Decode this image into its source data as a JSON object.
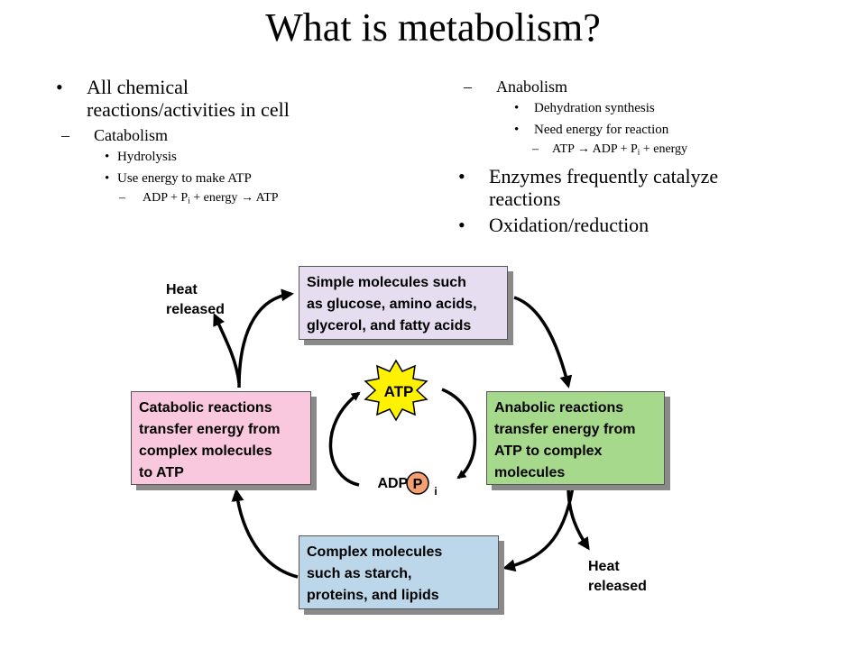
{
  "title": "What is metabolism?",
  "left_list": {
    "item1": {
      "line1": "All chemical",
      "line2": "reactions/activities in cell"
    },
    "catabolism": "Catabolism",
    "hydrolysis": "Hydrolysis",
    "use_energy": "Use energy to make ATP",
    "cat_eq": {
      "a": "ADP + P",
      "sub": "i",
      "b": " + energy ",
      "arrow": "→",
      "c": " ATP"
    }
  },
  "right_list": {
    "anabolism": "Anabolism",
    "dehydration": "Dehydration synthesis",
    "need_energy": "Need energy for reaction",
    "ana_eq": {
      "a": "ATP ",
      "arrow": "→",
      "b": " ADP + P",
      "sub": "i",
      "c": " + energy"
    },
    "enzymes": {
      "line1": "Enzymes frequently catalyze",
      "line2": "reactions"
    },
    "oxidation": "Oxidation/reduction"
  },
  "diagram": {
    "simple_box": [
      "Simple molecules such",
      "as glucose, amino acids,",
      "glycerol, and fatty acids"
    ],
    "catabolic_box": [
      "Catabolic reactions",
      "transfer energy from",
      "complex molecules",
      "to ATP"
    ],
    "anabolic_box": [
      "Anabolic reactions",
      "transfer energy from",
      "ATP to complex",
      "molecules"
    ],
    "complex_box": [
      "Complex molecules",
      "such as starch,",
      "proteins, and lipids"
    ],
    "heat_left": [
      "Heat",
      "released"
    ],
    "heat_right": [
      "Heat",
      "released"
    ],
    "atp_label": "ATP",
    "adp_label": "ADP+",
    "p_label": "P",
    "i_label": "i"
  },
  "colors": {
    "simple_box": "#e6def0",
    "catabolic_box": "#f9c7de",
    "anabolic_box": "#a6d98c",
    "complex_box": "#bcd6ea",
    "atp_burst": "#fff200",
    "phosphate": "#f4a070"
  }
}
